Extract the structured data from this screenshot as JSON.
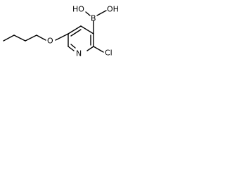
{
  "structure": {
    "atoms": {
      "boron": "B",
      "hydroxyl_right": "OH",
      "hydroxyl_left": "HO",
      "chlorine": "Cl",
      "ether_oxygen": "O",
      "ring_nitrogen": "N"
    },
    "colors": {
      "bond": "#000000",
      "label": "#000000",
      "background": "#ffffff"
    }
  }
}
